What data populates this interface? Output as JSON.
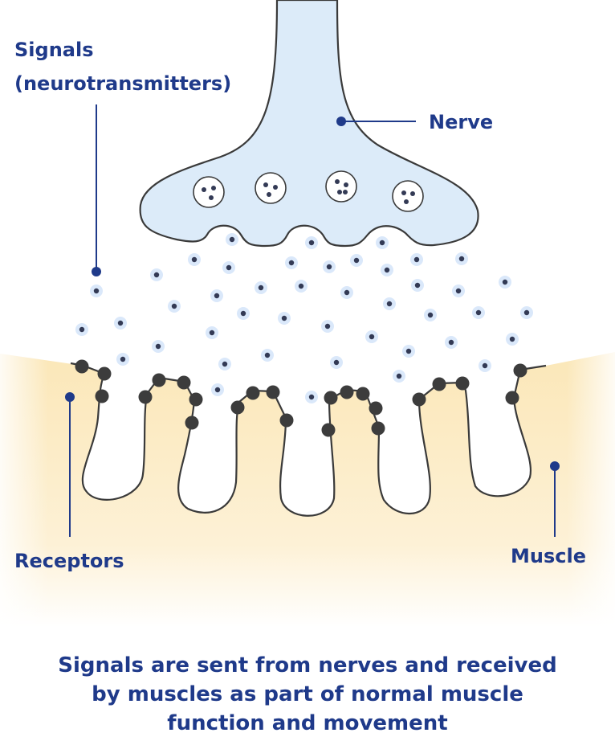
{
  "labels": {
    "signals_line1": "Signals",
    "signals_line2": "(neurotransmitters)",
    "nerve": "Nerve",
    "receptors": "Receptors",
    "muscle": "Muscle"
  },
  "caption": {
    "line1": "Signals are sent from nerves and received",
    "line2": "by muscles as part of normal muscle",
    "line3": "function and movement"
  },
  "colors": {
    "label_text": "#1f3a8a",
    "nerve_fill": "#dcebf9",
    "muscle_fill": "#fdf0cf",
    "outline": "#3a3a3a",
    "signal_dot": "#333a55",
    "signal_glow": "#bcd6f5",
    "receptor": "#3c3c3c"
  }
}
